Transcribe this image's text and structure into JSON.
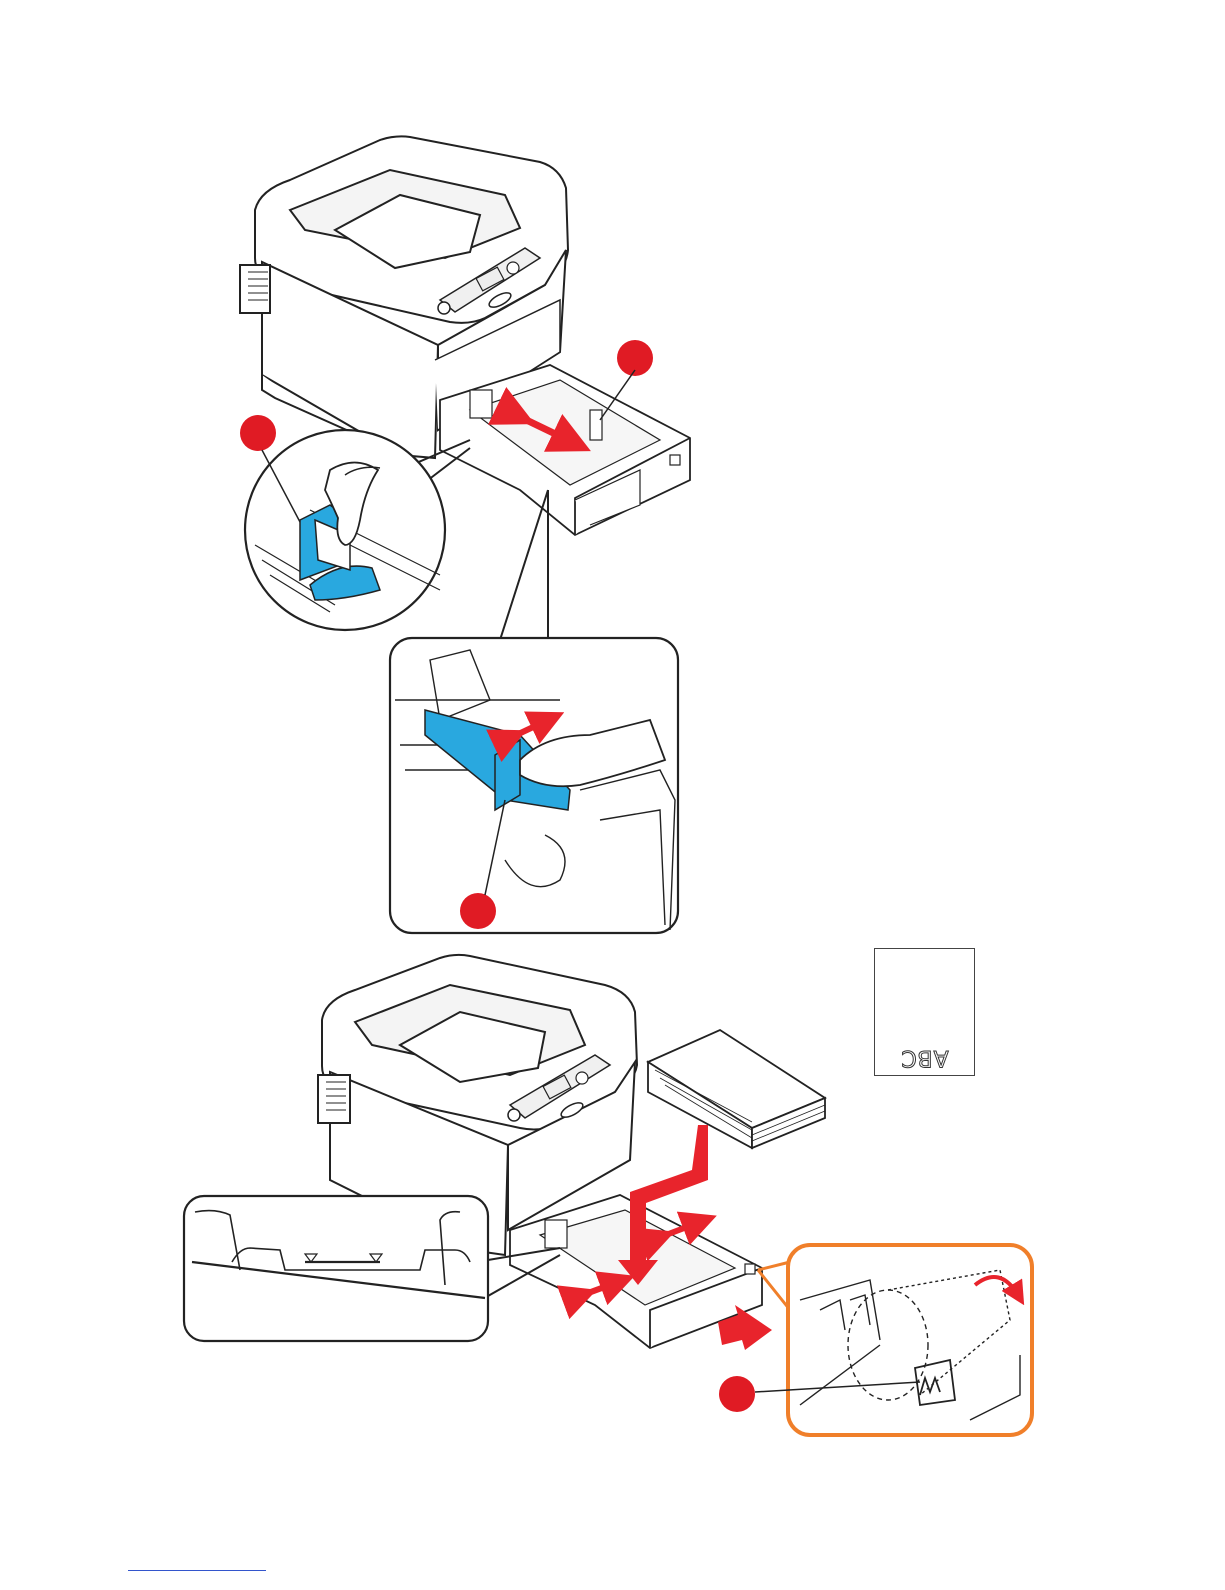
{
  "colors": {
    "callout": "#e01b24",
    "guide_blue": "#29a8df",
    "arrow_red": "#e8242c",
    "highlight_orange": "#f07f2a",
    "outline": "#222222"
  },
  "paper_orientation": {
    "mirrored_label": "ABC"
  },
  "icons": [
    "printer",
    "paper-tray",
    "paper-stack",
    "dial",
    "arrow"
  ]
}
